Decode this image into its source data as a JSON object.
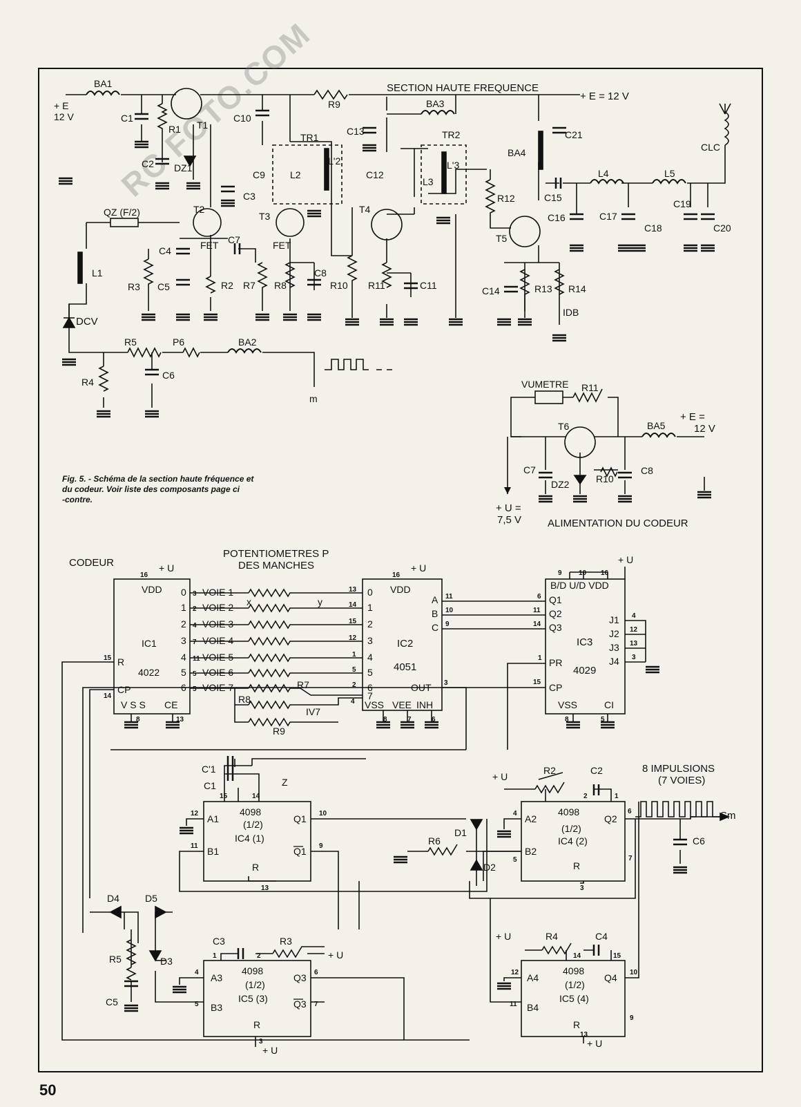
{
  "watermark": "RC FOTO.COM",
  "page_number": "50",
  "figure_caption": "Fig. 5. - Schéma de la section haute fréquence et du codeur. Voir liste des composants page ci-contre.",
  "hf_section": {
    "title": "SECTION HAUTE FREQUENCE",
    "supply_right": "+ E = 12 V",
    "supply_left": [
      "+ E",
      "12 V"
    ],
    "labels": {
      "BA1": "BA1",
      "C1": "C1",
      "R1": "R1",
      "T1": "T1",
      "C2": "C2",
      "DZ1": "DZ1",
      "C10": "C10",
      "R9": "R9",
      "TR1": "TR1",
      "C9": "C9",
      "L2": "L2",
      "L2p": "L'2",
      "BA3": "BA3",
      "C13": "C13",
      "TR2": "TR2",
      "C12": "C12",
      "L3": "L3",
      "L3p": "L'3",
      "C21": "C21",
      "BA4": "BA4",
      "CLC": "CLC",
      "QZ": "QZ (F/2)",
      "T2": "T2",
      "FET1": "FET",
      "T3": "T3",
      "FET2": "FET",
      "C3": "C3",
      "C4": "C4",
      "C7": "C7",
      "T4": "T4",
      "R12": "R12",
      "T5": "T5",
      "C15": "C15",
      "L4": "L4",
      "L5": "L5",
      "C16": "C16",
      "C17": "C17",
      "C18": "C18",
      "C19": "C19",
      "C20": "C20",
      "L1": "L1",
      "R3": "R3",
      "C5": "C5",
      "R2": "R2",
      "R7": "R7",
      "R8": "R8",
      "C8": "C8",
      "R10": "R10",
      "R11": "R11",
      "C11": "C11",
      "C14": "C14",
      "R13": "R13",
      "R14": "R14",
      "IDB": "IDB",
      "DCV": "DCV",
      "R5": "R5",
      "P6": "P6",
      "BA2": "BA2",
      "C6": "C6",
      "R4": "R4",
      "m": "m"
    }
  },
  "power_section": {
    "title": "ALIMENTATION DU CODEUR",
    "vumetre": "VUMETRE",
    "R11": "R11",
    "T6": "T6",
    "BA5": "BA5",
    "supply": [
      "+ E =",
      "12 V"
    ],
    "C7": "C7",
    "DZ2": "DZ2",
    "R10": "R10",
    "C8": "C8",
    "output": [
      "+ U =",
      "7,5 V"
    ]
  },
  "coder": {
    "title": "CODEUR",
    "pot_title": [
      "POTENTIOMETRES P",
      "DES MANCHES"
    ],
    "plus_u": "+ U",
    "ic1": {
      "name": "IC1",
      "part": "4022",
      "vdd": "VDD",
      "r": "R",
      "cp": "CP",
      "vss": "V S S",
      "ce": "CE",
      "pin16": "16",
      "pin15": "15",
      "pin14": "14",
      "pin8": "8",
      "pin13": "13"
    },
    "ic1_outputs": [
      "0",
      "1",
      "2",
      "3",
      "4",
      "5",
      "6"
    ],
    "ic1_pins": [
      "3",
      "2",
      "4",
      "7",
      "11",
      "5",
      "5"
    ],
    "voies": [
      "VOIE  1",
      "VOIE  2",
      "VOIE  3",
      "VOIE 4",
      "VOIE 5",
      "VOIE 6",
      "VOIE 7"
    ],
    "pot_letters": {
      "x": "x",
      "y": "y"
    },
    "r7": "R7",
    "r8": "R8",
    "r9": "R9",
    "iv7": "IV7",
    "pin4": "4",
    "ic2": {
      "name": "IC2",
      "part": "4051",
      "vdd": "VDD",
      "out": "OUT",
      "vss": "VSS",
      "vee": "VEE",
      "inh": "INH",
      "pin16": "16",
      "pin3": "3",
      "pin8": "8",
      "pin7": "7",
      "pin6": "6"
    },
    "ic2_inputs": [
      "0",
      "1",
      "2",
      "3",
      "4",
      "5",
      "6",
      "7"
    ],
    "ic2_pins": [
      "13",
      "14",
      "15",
      "12",
      "1",
      "5",
      "2"
    ],
    "ic2_abc": [
      {
        "l": "A",
        "p": "11"
      },
      {
        "l": "B",
        "p": "10"
      },
      {
        "l": "C",
        "p": "9"
      }
    ],
    "ic3": {
      "name": "IC3",
      "part": "4029",
      "header": "B/D U/D VDD",
      "pr": "PR",
      "cp": "CP",
      "vss": "VSS",
      "ci": "CI",
      "p9": "9",
      "p10": "10",
      "p16": "16",
      "p1": "1",
      "p15": "15",
      "p8": "8",
      "p5": "5"
    },
    "ic3_q": [
      {
        "q": "Q1",
        "p": "6"
      },
      {
        "q": "Q2",
        "p": "11"
      },
      {
        "q": "Q3",
        "p": "14"
      }
    ],
    "ic3_j": [
      {
        "j": "J1",
        "p": "4"
      },
      {
        "j": "J2",
        "p": "12"
      },
      {
        "j": "J3",
        "p": "13"
      },
      {
        "j": "J4",
        "p": "3"
      }
    ],
    "ic4a": {
      "part": "4098",
      "half": "(1/2)",
      "name": "IC4 (1)",
      "a": "A1",
      "b": "B1",
      "q": "Q1",
      "qb": "Q1",
      "r": "R",
      "pa": "12",
      "pb": "11",
      "pq": "10",
      "pqb": "9",
      "pr": "13",
      "p15": "15",
      "p14": "14"
    },
    "ic4b": {
      "part": "4098",
      "half": "(1/2)",
      "name": "IC4 (2)",
      "a": "A2",
      "b": "B2",
      "q": "Q2",
      "r": "R",
      "pa": "4",
      "pb": "5",
      "pq": "6",
      "pr": "3",
      "p2": "2",
      "p1": "1",
      "p7": "7"
    },
    "ic5a": {
      "part": "4098",
      "half": "(1/2)",
      "name": "IC5 (3)",
      "a": "A3",
      "b": "B3",
      "q": "Q3",
      "qb": "Q3",
      "r": "R",
      "pa": "4",
      "pb": "5",
      "pq": "6",
      "pqb": "7",
      "pr": "3",
      "p1": "1",
      "p2": "2"
    },
    "ic5b": {
      "part": "4098",
      "half": "(1/2)",
      "name": "IC5 (4)",
      "a": "A4",
      "b": "B4",
      "q": "Q4",
      "r": "R",
      "pa": "12",
      "pb": "11",
      "pq": "10",
      "pr": "13",
      "p14": "14",
      "p15": "15",
      "p9": "9"
    },
    "c1p": "C'1",
    "c1": "C1",
    "z": "Z",
    "r2": "R2",
    "c2": "C2",
    "impulses": [
      "8 IMPULSIONS",
      "(7 VOIES)"
    ],
    "sm": "Sm",
    "c6": "C6",
    "d1": "D1",
    "d2": "D2",
    "r6": "R6",
    "d4": "D4",
    "d5": "D5",
    "d3": "D3",
    "r5": "R5",
    "c5": "C5",
    "c3": "C3",
    "r3": "R3",
    "r4": "R4",
    "c4": "C4"
  }
}
